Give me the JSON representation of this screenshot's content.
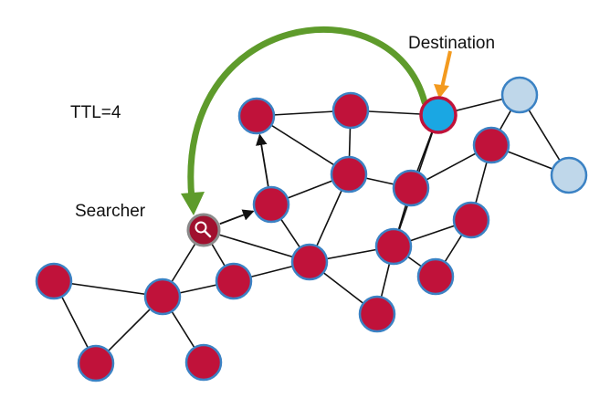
{
  "labels": {
    "ttl": "TTL=4",
    "searcher": "Searcher",
    "destination": "Destination"
  },
  "colors": {
    "node_fill": "#C0123A",
    "node_stroke": "#3B82C4",
    "edge": "#111111",
    "destination_fill": "#1AA7E3",
    "destination_stroke": "#C0123A",
    "outer_fill": "#BFD7EA",
    "outer_stroke": "#3B82C4",
    "search_arc": "#5E9B2B",
    "destination_pointer": "#F39A1F",
    "searcher_fill": "#A0102E",
    "searcher_ring": "#8A8A8A"
  },
  "icons": {
    "searcher": "magnifier-icon"
  }
}
